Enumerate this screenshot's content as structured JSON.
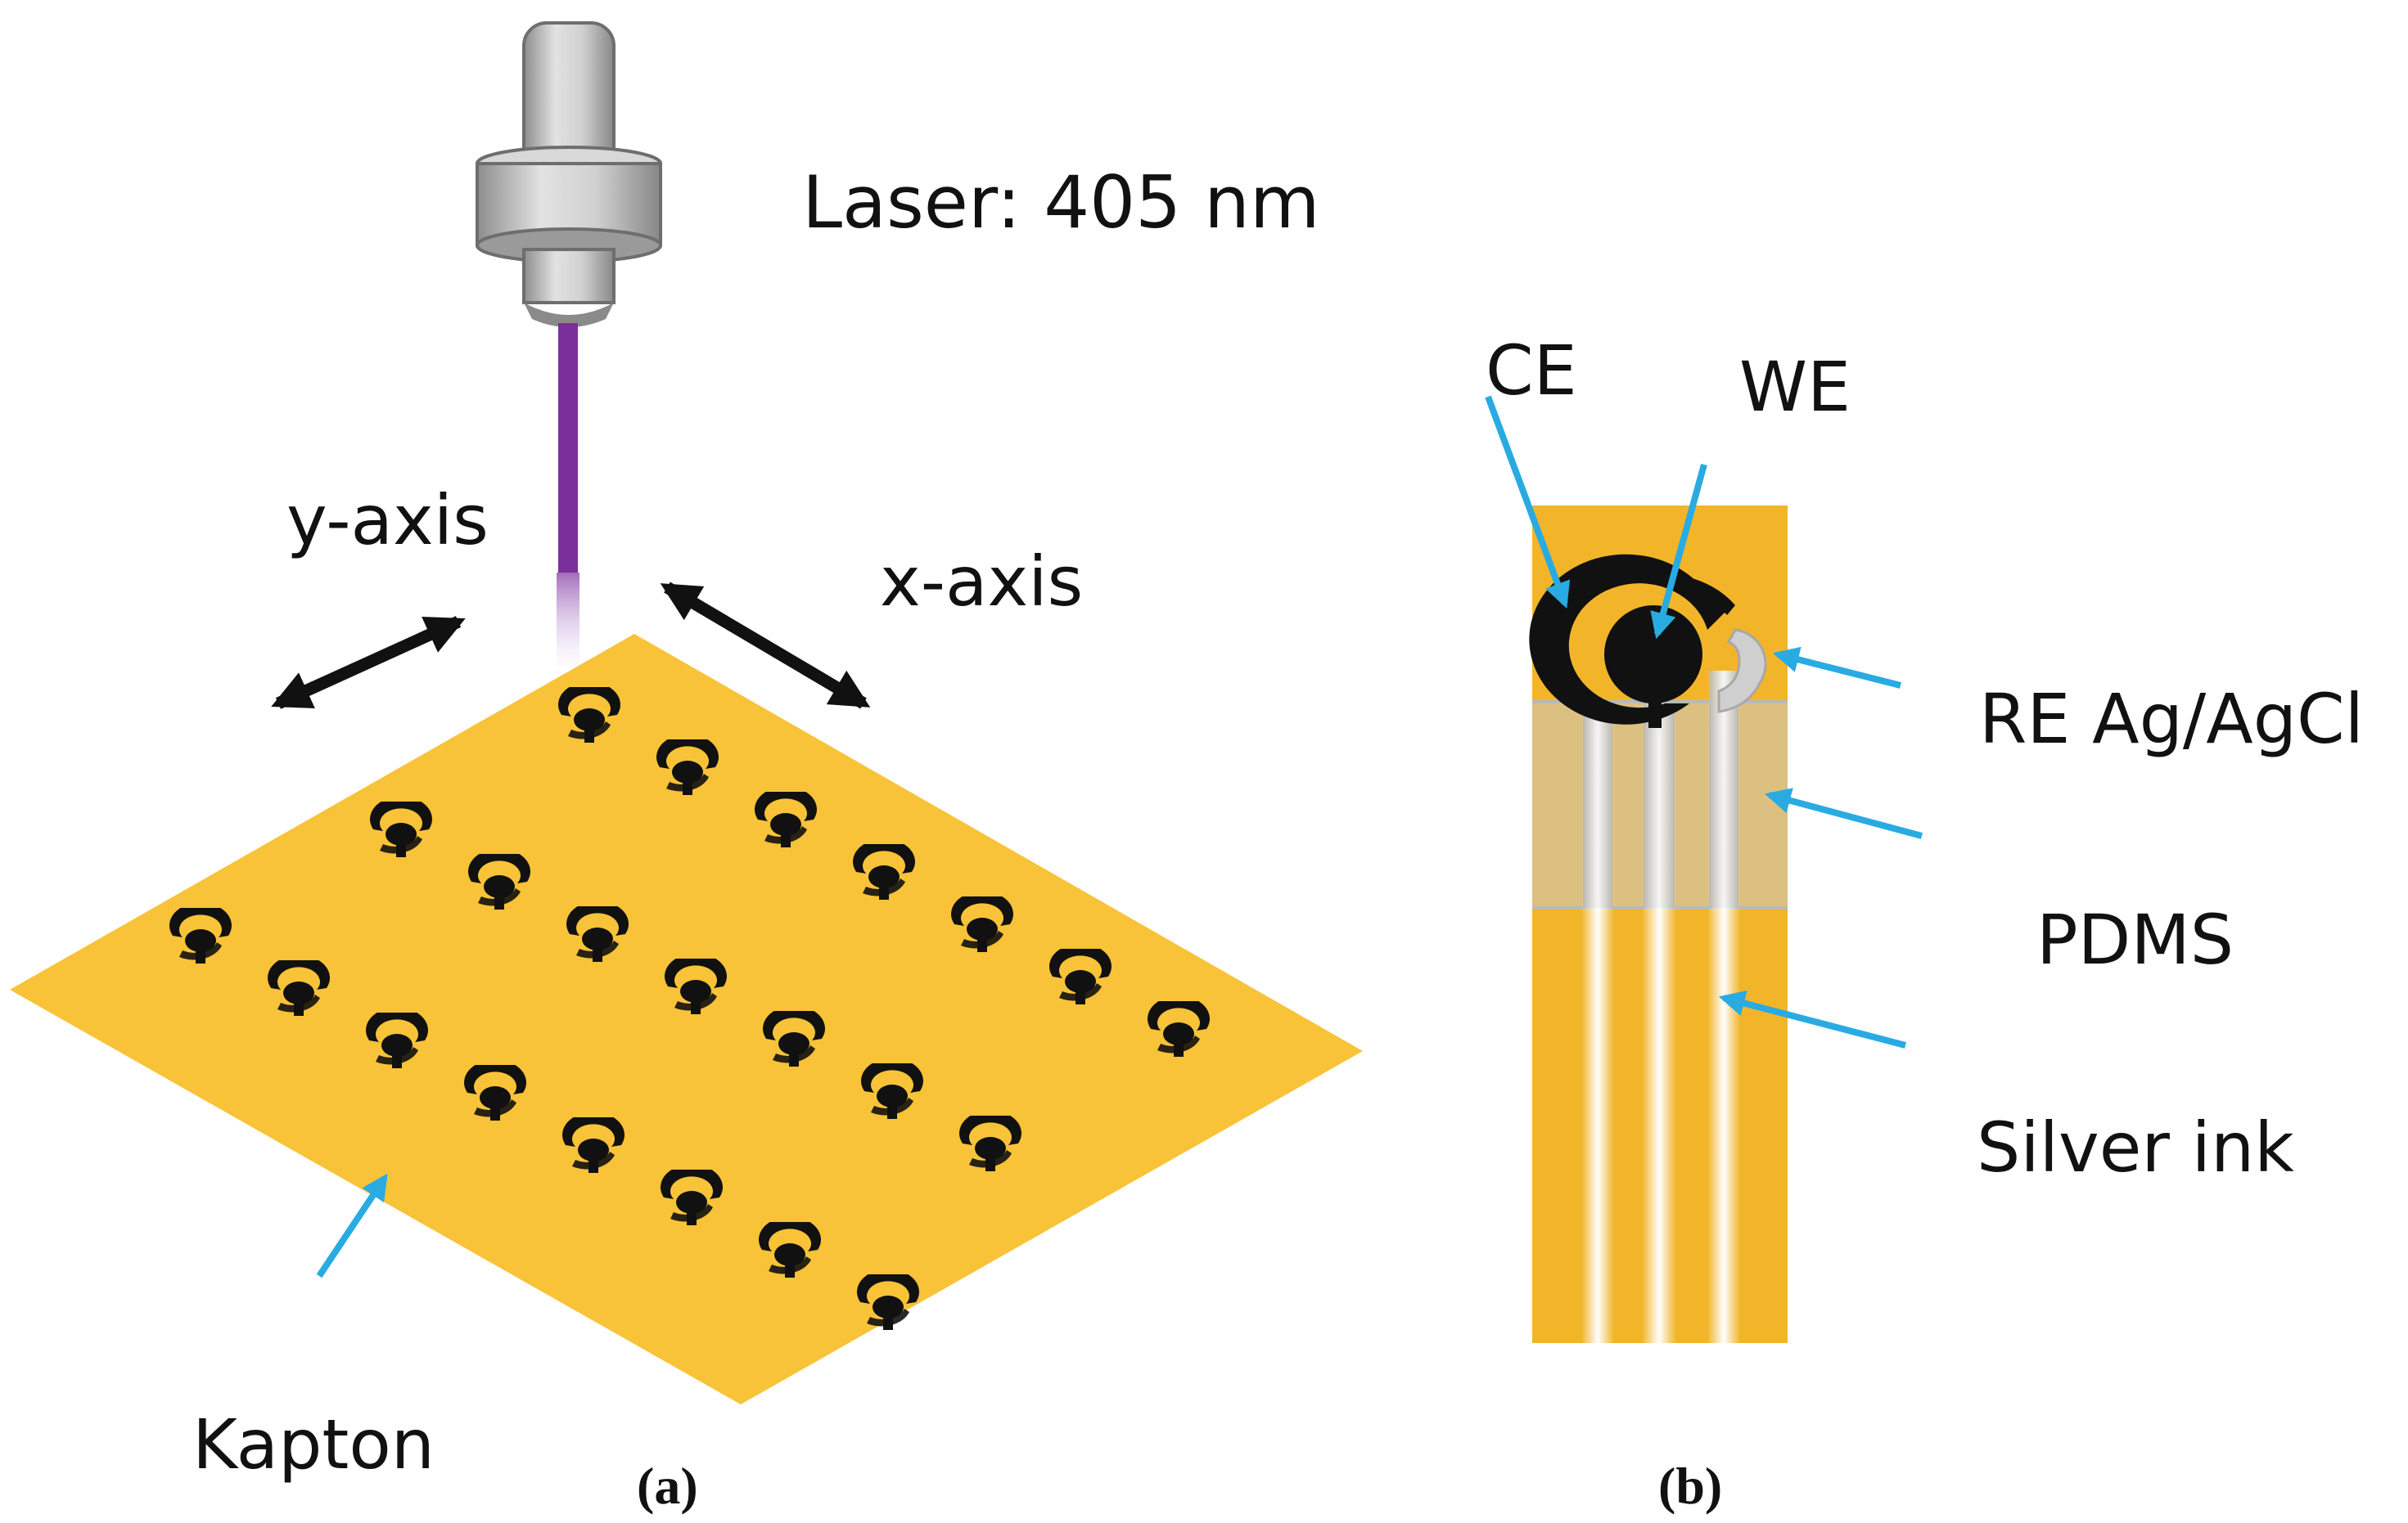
{
  "panel_a": {
    "laser_label": "Laser: 405 nm",
    "y_axis_label": "y-axis",
    "x_axis_label": "x-axis",
    "substrate_label": "Kapton",
    "caption": "(a)",
    "colors": {
      "substrate": "#f8c338",
      "beam": "#7b2f9a",
      "pattern": "#111111",
      "pointer": "#29abe2",
      "axis_arrow": "#111111"
    }
  },
  "panel_b": {
    "electrode_labels": {
      "ce": "CE",
      "we": "WE",
      "re": "RE Ag/AgCl",
      "pdms": "PDMS",
      "silver": "Silver ink"
    },
    "caption": "(b)",
    "colors": {
      "substrate": "#f2b52a",
      "pdms": "#dcc081",
      "silver": "#ffffff",
      "pointer": "#29abe2"
    }
  }
}
